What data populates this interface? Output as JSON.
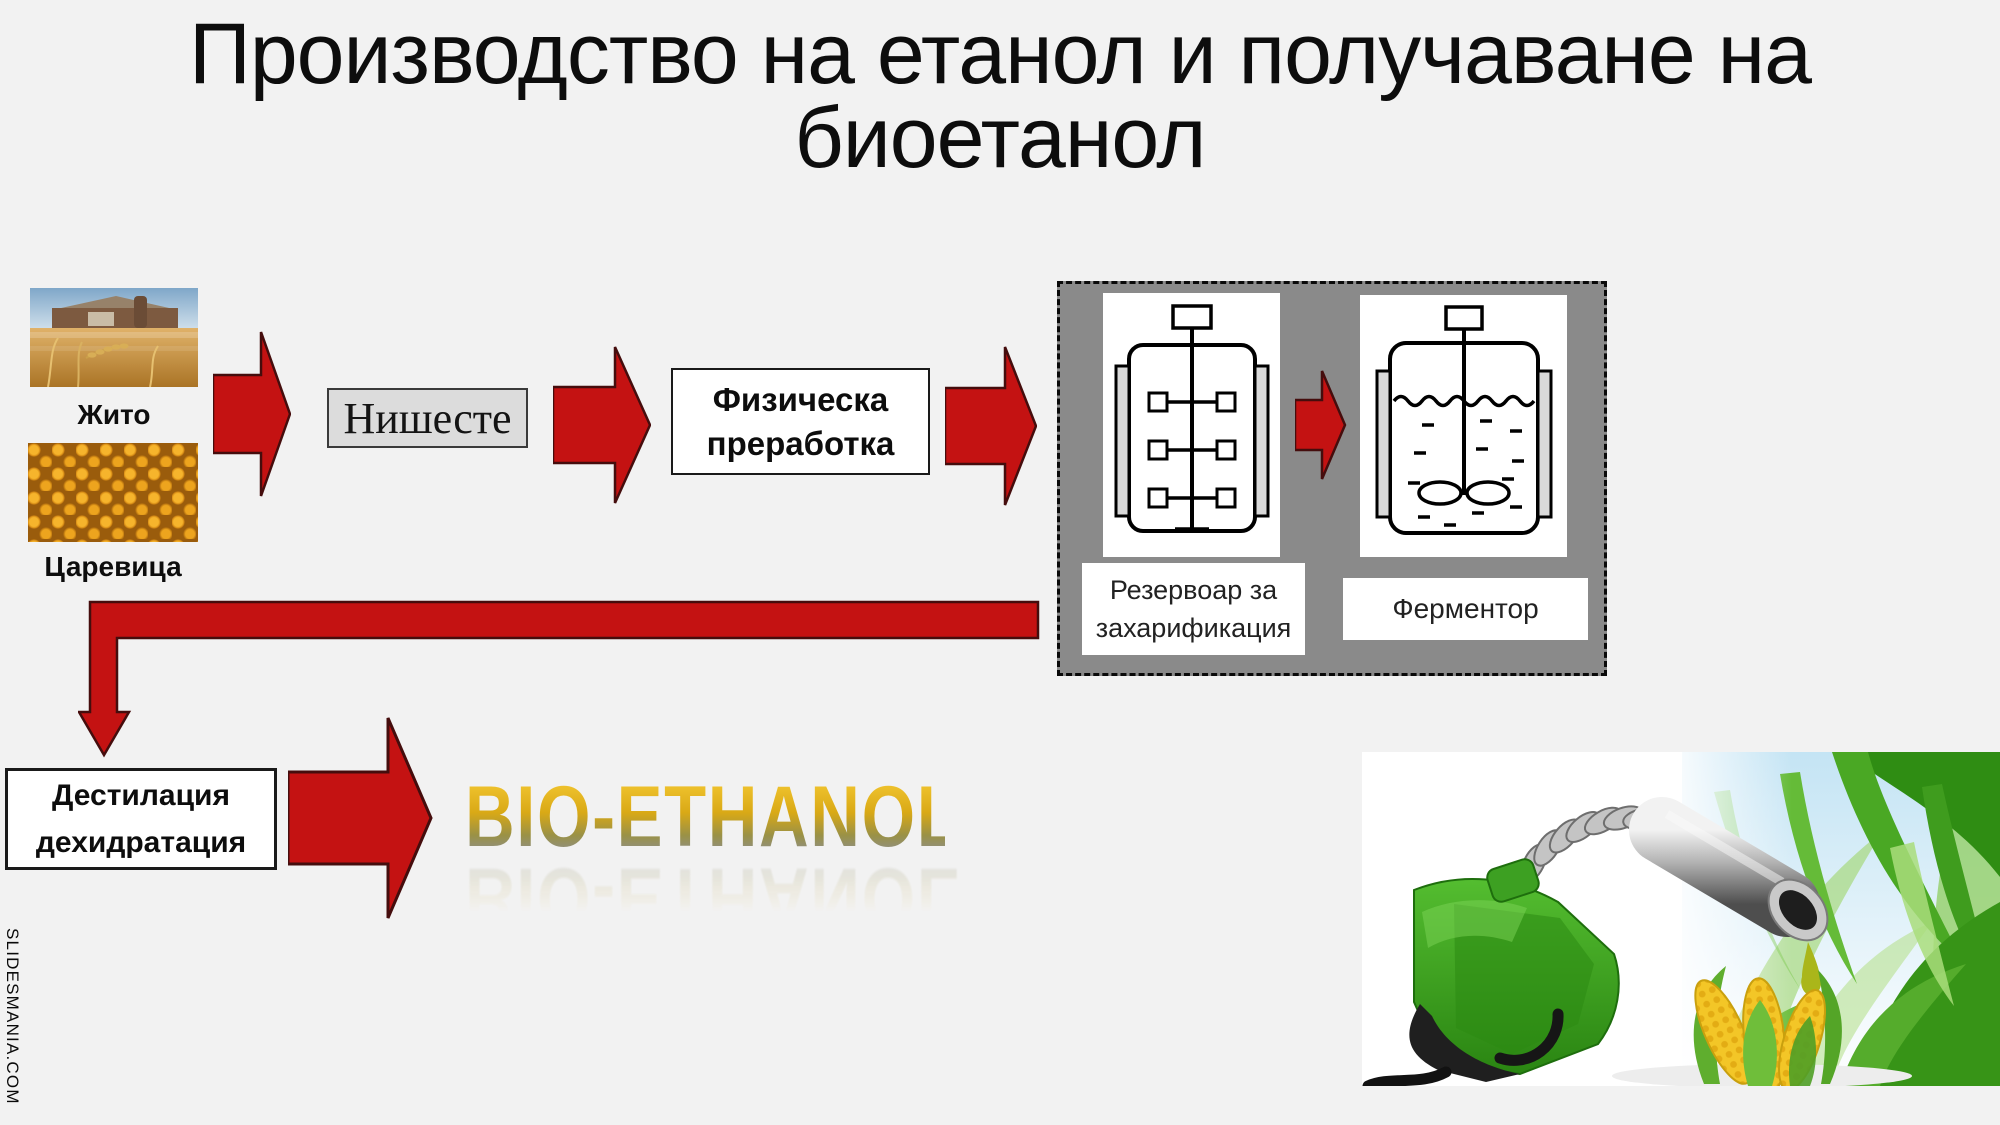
{
  "slide": {
    "title": "Производство на етанол и получаване на биоетанол",
    "watermark": "SLIDESMANIA.COM",
    "background": "#f2f2f2"
  },
  "flow": {
    "wheat_label": "Жито",
    "corn_label": "Царевица",
    "starch_label": "Нишесте",
    "physical_line1": "Физическа",
    "physical_line2": "преработка",
    "sacc_line1": "Резервоар за",
    "sacc_line2": "захарификация",
    "fermenter_label": "Ферментор",
    "dist_line1": "Дестилация",
    "dist_line2": "дехидратация",
    "product_label": "BIO-ETHANOL"
  },
  "colors": {
    "arrow_red": "#c41212",
    "arrow_border": "#450d0d",
    "panel_gray": "#8a8a8a",
    "box_gray": "#dcdcdc",
    "gold_top": "#eec12c",
    "gold_bottom": "#8e9094"
  }
}
